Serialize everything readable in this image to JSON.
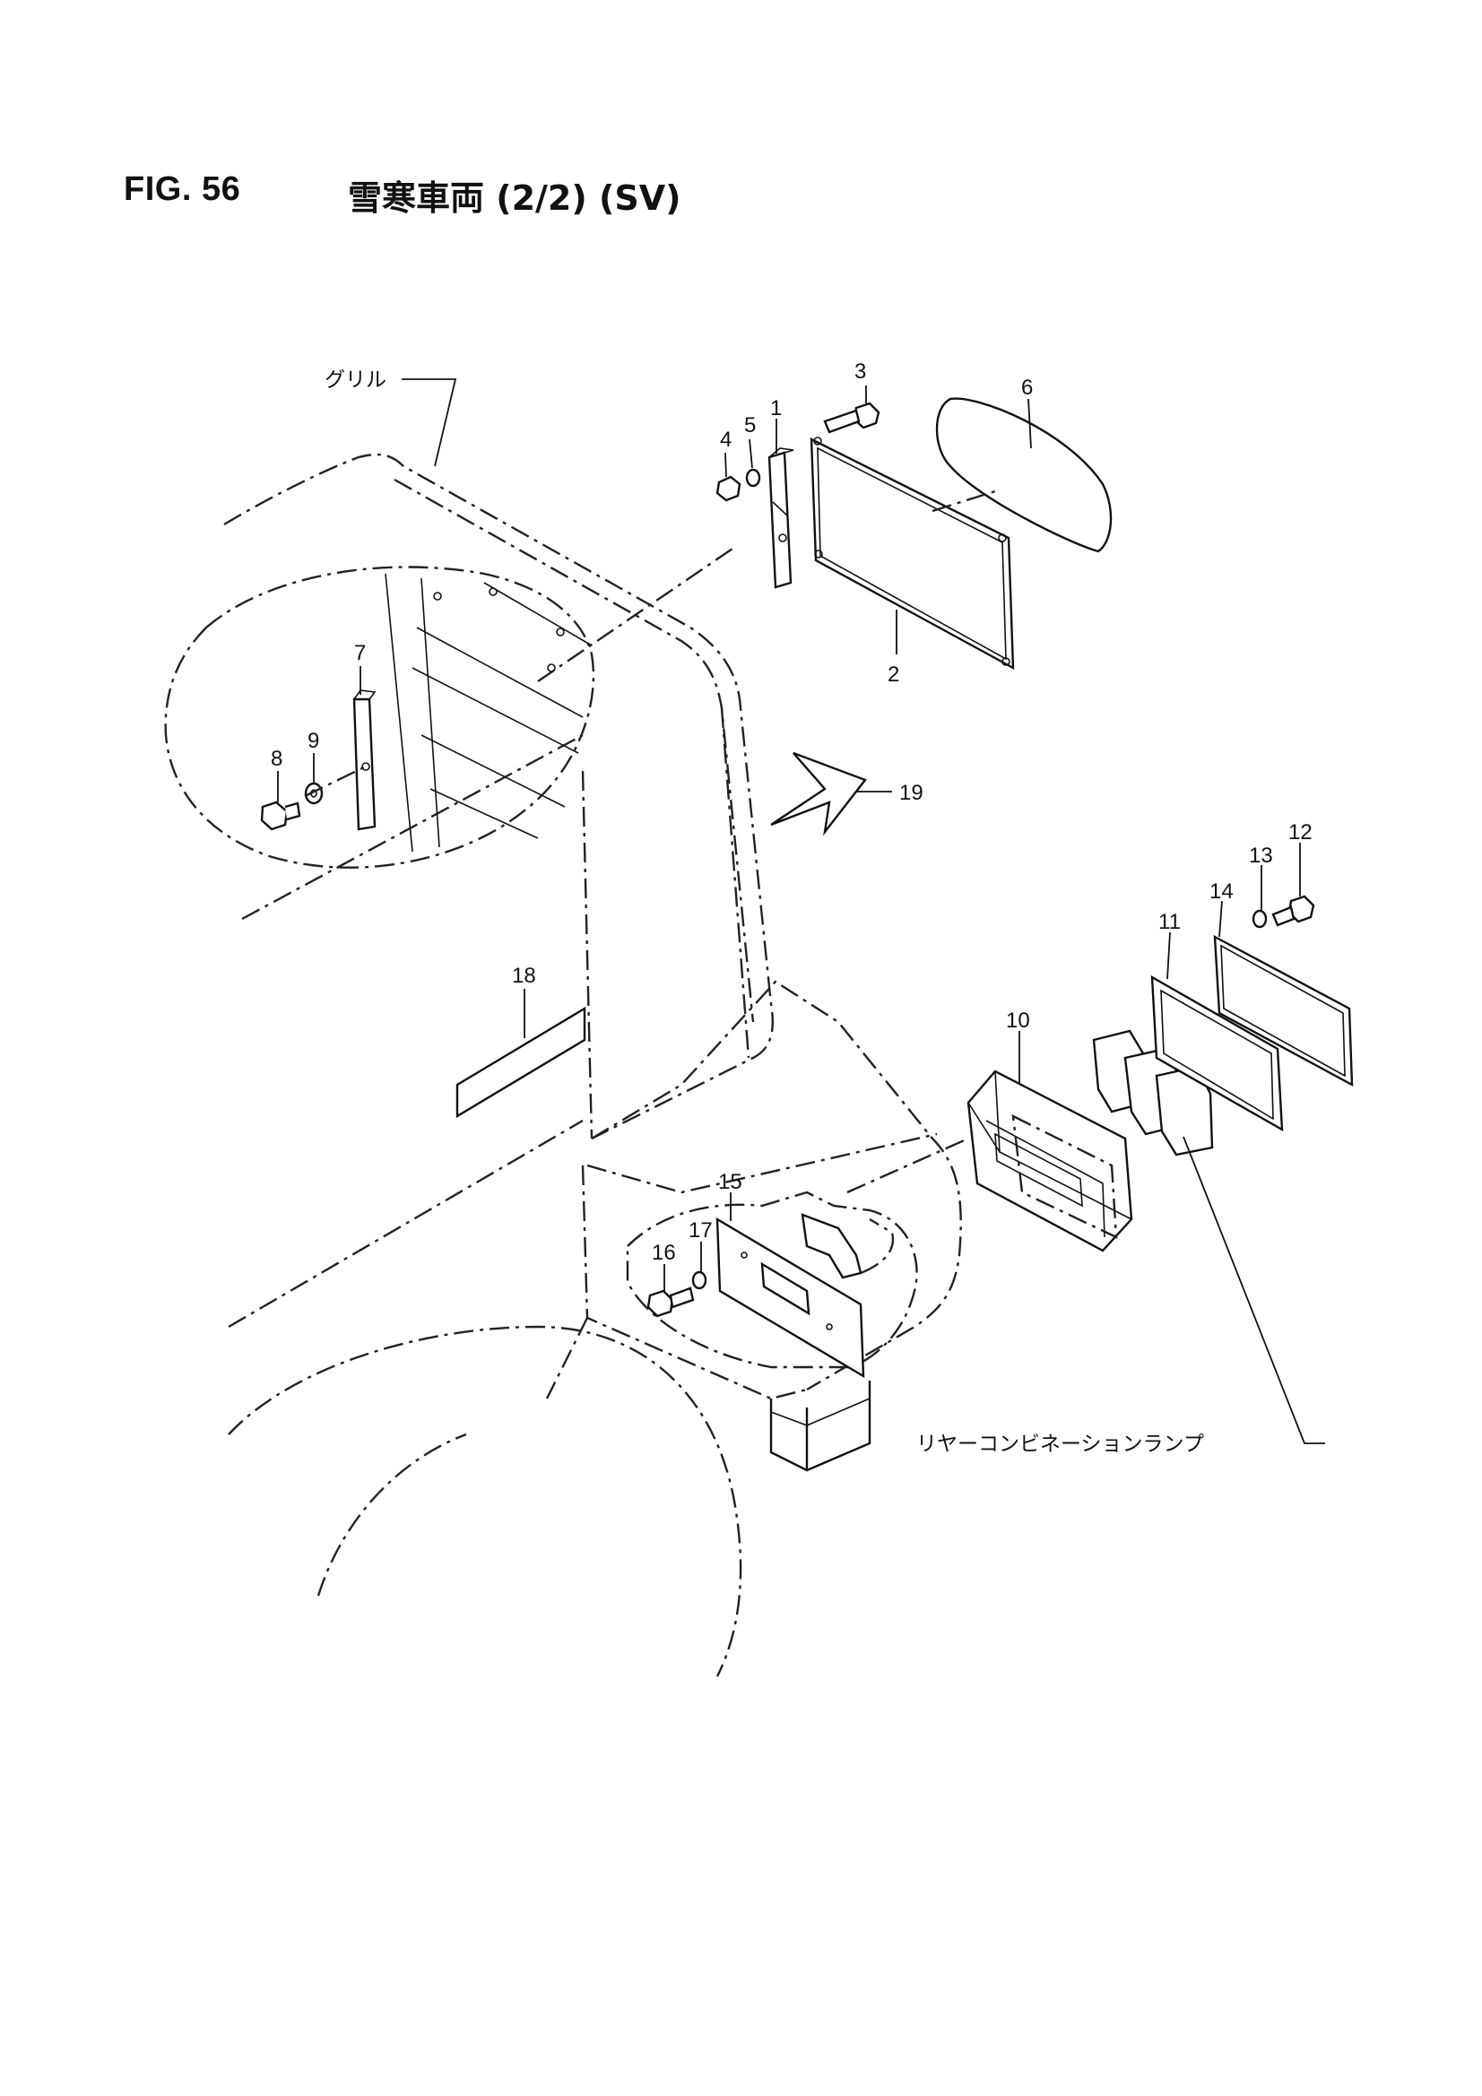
{
  "figure": {
    "number": "FIG. 56",
    "title": "雪寒車両 (2/2) (SV)"
  },
  "callouts": [
    {
      "id": "1",
      "text": "1"
    },
    {
      "id": "2",
      "text": "2"
    },
    {
      "id": "3",
      "text": "3"
    },
    {
      "id": "4",
      "text": "4"
    },
    {
      "id": "5",
      "text": "5"
    },
    {
      "id": "6",
      "text": "6"
    },
    {
      "id": "7",
      "text": "7"
    },
    {
      "id": "8",
      "text": "8"
    },
    {
      "id": "9",
      "text": "9"
    },
    {
      "id": "10",
      "text": "10"
    },
    {
      "id": "11",
      "text": "11"
    },
    {
      "id": "12",
      "text": "12"
    },
    {
      "id": "13",
      "text": "13"
    },
    {
      "id": "14",
      "text": "14"
    },
    {
      "id": "15",
      "text": "15"
    },
    {
      "id": "16",
      "text": "16"
    },
    {
      "id": "17",
      "text": "17"
    },
    {
      "id": "18",
      "text": "18"
    },
    {
      "id": "19",
      "text": "19"
    }
  ],
  "annotations": {
    "grille": "グリル",
    "rear_combination_lamp": "リヤーコンビネーションランプ"
  }
}
